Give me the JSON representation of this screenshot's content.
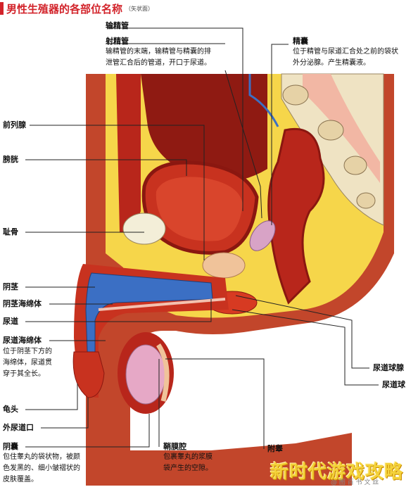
{
  "title": "男性生殖器的各部位名称",
  "subtitle": "（矢状面）",
  "labels": {
    "vas_deferens": "输精管",
    "ejaculatory_duct": "射精管",
    "ejaculatory_desc_1": "输精管的末端，输精管与精囊的排",
    "ejaculatory_desc_2": "泄管汇合后的管道，开口于尿道。",
    "seminal_vesicle": "精囊",
    "seminal_desc_1": "位于精管与尿道汇合处之前的袋状",
    "seminal_desc_2": "外分泌腺。产生精囊液。",
    "prostate": "前列腺",
    "bladder": "膀胱",
    "pubis": "耻骨",
    "penis": "阴茎",
    "corpus_cavernosum": "阴茎海绵体",
    "urethra": "尿道",
    "corpus_spongiosum": "尿道海绵体",
    "spongiosum_desc_1": "位于阴茎下方的",
    "spongiosum_desc_2": "海绵体，尿道贯",
    "spongiosum_desc_3": "穿于其全长。",
    "glans": "龟头",
    "external_urethral_orifice": "外尿道口",
    "scrotum": "阴囊",
    "scrotum_desc_1": "包住睾丸的袋状物，被颜",
    "scrotum_desc_2": "色发黑的、细小皱褶状的",
    "scrotum_desc_3": "皮肤覆盖。",
    "tunica_vaginalis_cavity": "鞘膜腔",
    "tunica_desc_1": "包裹睾丸的浆膜",
    "tunica_desc_2": "袋产生的空隙。",
    "epididymis": "附睾",
    "bulbourethral_gland": "尿道球腺",
    "urethral_bulb": "尿道球"
  },
  "watermark": "新时代游戏攻略",
  "watermark_small": "@ 图 百 书 文 丝",
  "colors": {
    "title_red": "#d2232a",
    "skin": "#c2462b",
    "fat": "#f6d64a",
    "muscle": "#b8261b",
    "organ_dark": "#8f1a12",
    "blue": "#3b6fc4",
    "leader": "#222222"
  }
}
